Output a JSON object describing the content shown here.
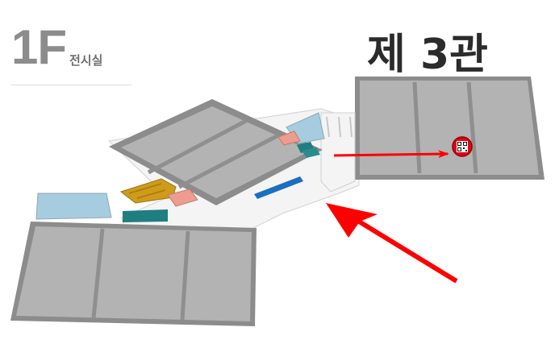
{
  "floor": {
    "number": "1F",
    "label": "전시실"
  },
  "hall": {
    "title": "제 3관"
  },
  "markers": {
    "qr_icon": "qr-code-icon",
    "qr_color": "#e60012"
  },
  "colors": {
    "exhibition_room": "#b3b3b3",
    "wall": "#8a8a8a",
    "corridor": "#f4f4f4",
    "arrow": "#ff0000",
    "light_blue": "#9fc6dc",
    "teal": "#1e7e80",
    "orange": "#d4a017",
    "pink": "#ee9b90",
    "blue_bar": "#1a6fc1"
  }
}
